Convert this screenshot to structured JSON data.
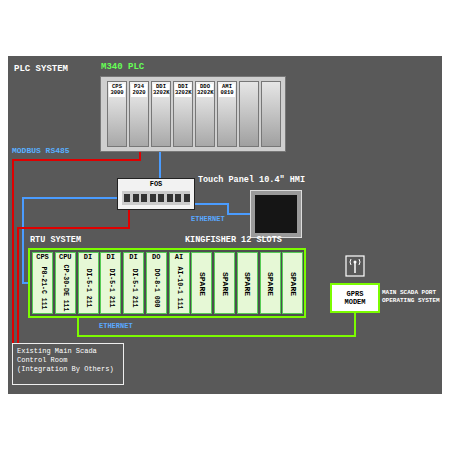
{
  "diagram": {
    "nodes": [
      {
        "text": [
          "M340 PLC"
        ]
      },
      {
        "text": [
          "CPS 3000"
        ],
        "in": 0
      },
      {
        "text": [
          "P34 2020"
        ],
        "in": 0
      },
      {
        "text": [
          "DDI 3202K"
        ],
        "in": 0
      },
      {
        "text": [
          "DDI 3202K"
        ],
        "in": 0
      },
      {
        "text": [
          "DDO 3202K"
        ],
        "in": 0
      },
      {
        "text": [
          "AMI 0810"
        ],
        "in": 0
      },
      {
        "text": [
          "FOS"
        ]
      },
      {
        "text": [
          "Touch Panel 10.4\" HMI"
        ]
      },
      {
        "text": [
          "RTU SYSTEM",
          "KINGFISHER 12 SLOTS"
        ]
      },
      {
        "text": [
          "CPS",
          "P8-21-C 111"
        ],
        "in": 9
      },
      {
        "text": [
          "CPU",
          "CP-30-DE 111"
        ],
        "in": 9
      },
      {
        "text": [
          "DI",
          "DI-5-1 211"
        ],
        "in": 9
      },
      {
        "text": [
          "DI",
          "DI-5-1 211"
        ],
        "in": 9
      },
      {
        "text": [
          "DI",
          "DI-5-1 211"
        ],
        "in": 9
      },
      {
        "text": [
          "DO",
          "DO-8-1 000"
        ],
        "in": 9
      },
      {
        "text": [
          "AI",
          "AI-10-1 111"
        ],
        "in": 9
      },
      {
        "text": [
          "SPARE"
        ],
        "in": 9
      },
      {
        "text": [
          "SPARE"
        ],
        "in": 9
      },
      {
        "text": [
          "SPARE"
        ],
        "in": 9
      },
      {
        "text": [
          "SPARE"
        ],
        "in": 9
      },
      {
        "text": [
          "SPARE"
        ],
        "in": 9
      },
      {
        "text": [
          "GPRS MODEM"
        ]
      },
      {
        "text": [
          "Existing Main Scada Control Room (Integration By Others)"
        ]
      }
    ],
    "edges": [
      {
        "from": 0,
        "to": 7,
        "arrow": "none"
      },
      {
        "from": 0,
        "to": 23,
        "arrow": "none"
      },
      {
        "from": 7,
        "to": 8,
        "label": "ETHERNET",
        "arrow": "none"
      },
      {
        "from": 7,
        "to": 9,
        "arrow": "none"
      },
      {
        "from": 9,
        "to": 22,
        "label": "ETHERNET",
        "arrow": "none"
      },
      {
        "from": 7,
        "to": 23,
        "arrow": "none"
      }
    ],
    "labels": [
      "PLC SYSTEM",
      "MODBUS RS485",
      "MAIN SCADA PORT OPERATING SYSTEM"
    ]
  }
}
